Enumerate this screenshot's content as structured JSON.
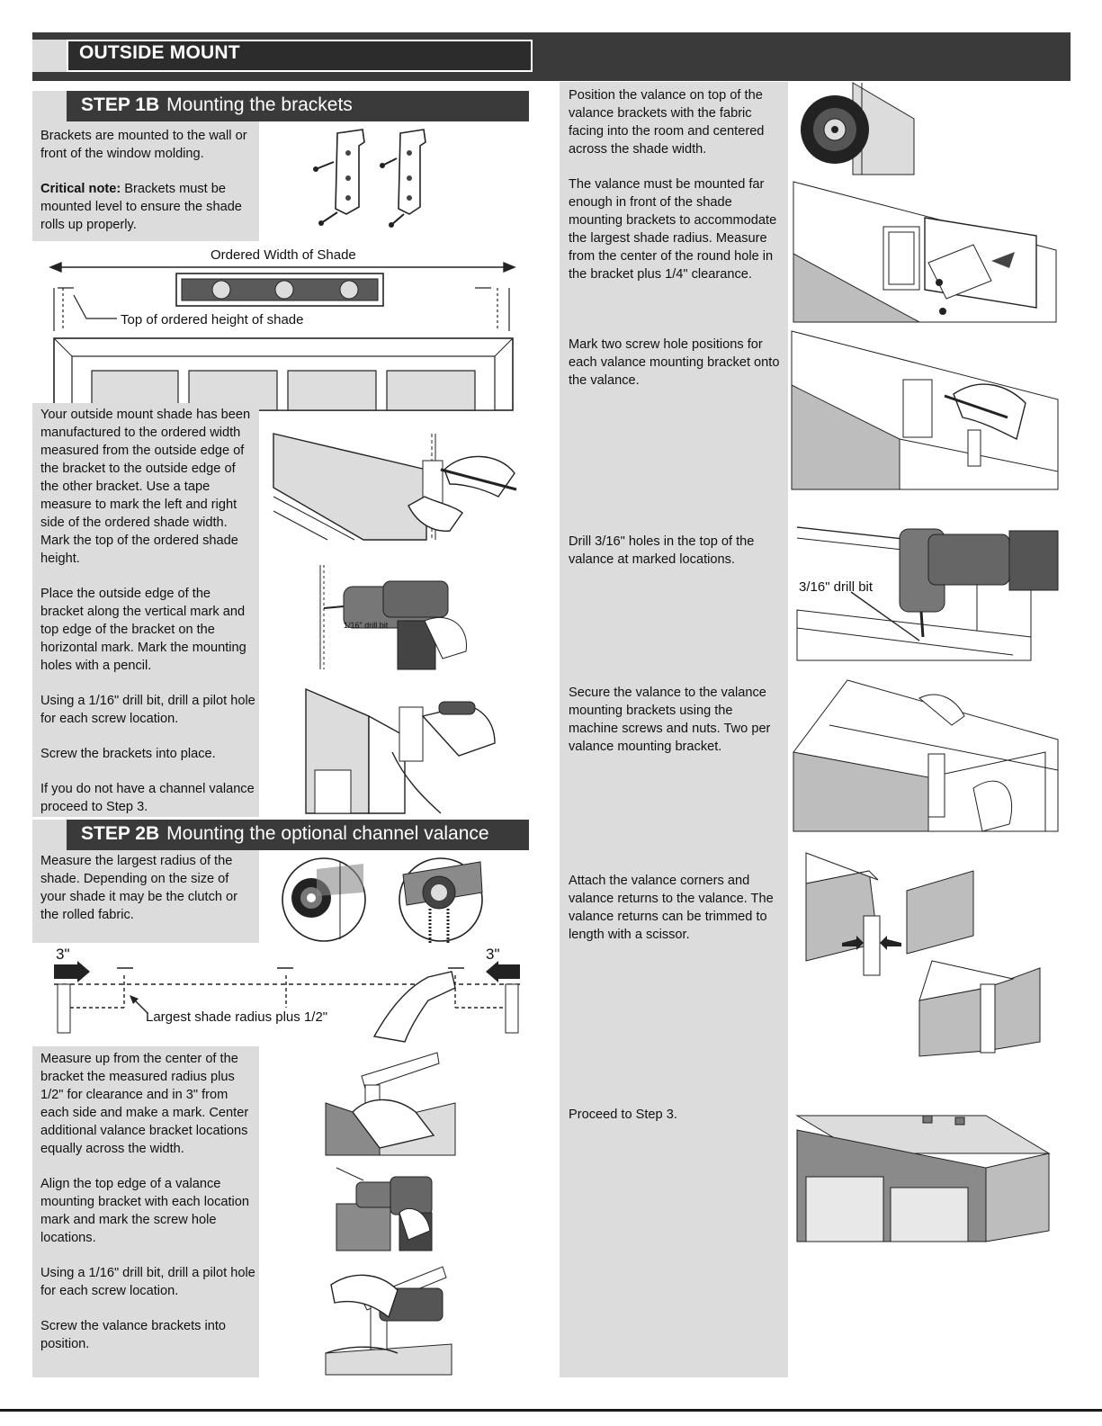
{
  "header": {
    "title": "OUTSIDE MOUNT"
  },
  "step1": {
    "num": "STEP 1B",
    "title": "Mounting the brackets",
    "intro": "Brackets are mounted to the wall or front of the window molding.",
    "critical_label": "Critical note:",
    "critical_text": " Brackets must be mounted level to ensure the shade rolls up properly.",
    "width_label": "Ordered Width of Shade",
    "height_label": "Top of ordered height of shade",
    "para1": "Your outside mount shade has been manufactured to the ordered width measured from the outside edge of the bracket to the outside edge of the other bracket. Use a tape measure to mark the left and right side of the ordered shade width. Mark the top of the ordered shade height.",
    "para2": "Place the outside edge of the bracket along the vertical mark and top edge of the bracket on the horizontal mark. Mark the mounting holes with a pencil.",
    "drill_bit_label": "1/16\" drill bit",
    "para3": "Using a 1/16\" drill bit, drill a pilot hole for each screw location.",
    "para4": "Screw the brackets into place.",
    "para5": "If you do not have a channel valance proceed to Step 3."
  },
  "step2": {
    "num": "STEP 2B",
    "title": "Mounting the optional channel valance",
    "intro": "Measure the largest radius of the shade. Depending on the size of your shade it may be the clutch or the rolled fabric.",
    "dist_left": "3\"",
    "dist_right": "3\"",
    "radius_label": "Largest shade radius plus 1/2\"",
    "para1": "Measure up from the center of the bracket the measured radius plus 1/2\" for clearance and in 3\" from each side and make a mark. Center additional valance bracket locations equally across the width.",
    "para2": "Align the top edge of a valance mounting bracket with each location mark and mark the screw hole locations.",
    "para3": "Using a 1/16\" drill bit, drill a pilot hole for each screw location.",
    "para4": "Screw the valance brackets into position."
  },
  "right": {
    "p1": "Position the valance on top of the valance brackets with the fabric facing into the room and centered across the shade width.",
    "p2": "The valance must be mounted far enough in front of the shade mounting brackets to accommodate the largest shade radius. Measure from the center of the round hole in the bracket plus 1/4\" clearance.",
    "p3": "Mark two screw hole positions for each valance mounting bracket onto the valance.",
    "p4": "Drill 3/16\" holes in the top of the valance at marked locations.",
    "drill_label": "3/16\" drill bit",
    "p5": "Secure the valance to the valance mounting brackets using the machine screws and nuts. Two per valance mounting bracket.",
    "p6": "Attach the valance corners and valance returns to the valance. The valance returns can be trimmed to length with a scissor.",
    "p7": "Proceed to Step 3."
  }
}
